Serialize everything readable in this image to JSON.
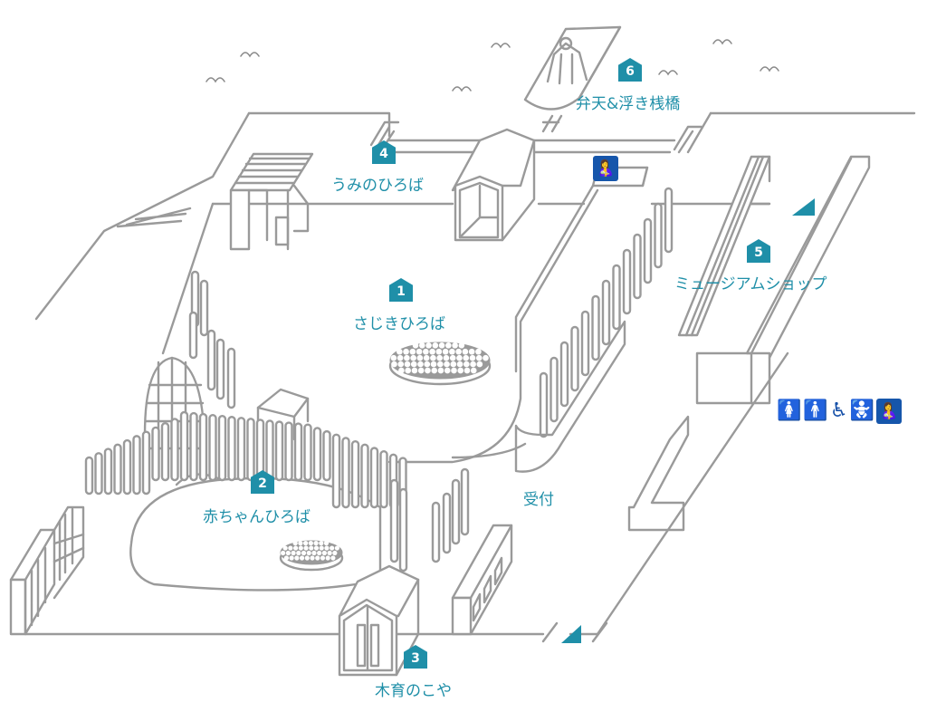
{
  "map": {
    "title": "",
    "accent_color": "#1f8fa8",
    "facility_color": "#1656ab",
    "line_color": "#9a9a9a"
  },
  "areas": [
    {
      "number": "1",
      "name": "さじきひろば"
    },
    {
      "number": "2",
      "name": "赤ちゃんひろば"
    },
    {
      "number": "3",
      "name": "木育のこや"
    },
    {
      "number": "4",
      "name": "うみのひろば"
    },
    {
      "number": "5",
      "name": "ミュージアムショップ"
    },
    {
      "number": "6",
      "name": "弁天&浮き桟橋"
    }
  ],
  "reception": {
    "label": "受付"
  },
  "facilities": {
    "icons": [
      {
        "name": "womens-restroom",
        "glyph": "🚺"
      },
      {
        "name": "mens-restroom",
        "glyph": "🚹"
      },
      {
        "name": "wheelchair-accessible",
        "glyph": "♿"
      },
      {
        "name": "baby-changing",
        "glyph": "🚼"
      },
      {
        "name": "nursing-room",
        "glyph": "🤱"
      }
    ],
    "nursing_room_glyph": "🤱"
  },
  "entrances": [
    {
      "name": "entrance-east",
      "direction": "up-right"
    },
    {
      "name": "entrance-south",
      "direction": "up-right"
    }
  ]
}
